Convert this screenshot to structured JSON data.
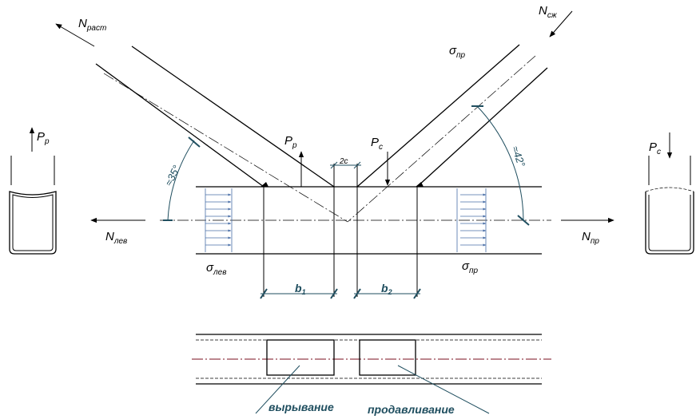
{
  "labels": {
    "n_rast_main": "N",
    "n_rast_sub": "раст",
    "n_szh_main": "N",
    "n_szh_sub": "сж",
    "sigma_pr_top_main": "σ",
    "sigma_pr_top_sub": "пр",
    "p_p_main": "P",
    "p_p_sub": "р",
    "p_c_main": "P",
    "p_c_sub": "с",
    "two_c": "2c",
    "angle_left": "≈35°",
    "angle_right": "≈42°",
    "n_lev_main": "N",
    "n_lev_sub": "лев",
    "n_pr_main": "N",
    "n_pr_sub": "пр",
    "sigma_lev_main": "σ",
    "sigma_lev_sub": "лев",
    "sigma_pr_main": "σ",
    "sigma_pr_sub": "пр",
    "p_p_left_main": "P",
    "p_p_left_sub": "р",
    "p_c_right_main": "P",
    "p_c_right_sub": "с",
    "b1_main": "b",
    "b1_sub": "1",
    "b2_main": "b",
    "b2_sub": "2",
    "caption_left": "вырывание",
    "caption_right": "продавливание"
  },
  "colors": {
    "ink": "#000000",
    "dimension": "#1f4e5f",
    "stress_arrows": "#4a6fa8",
    "axis_red": "#7a0c1e"
  }
}
